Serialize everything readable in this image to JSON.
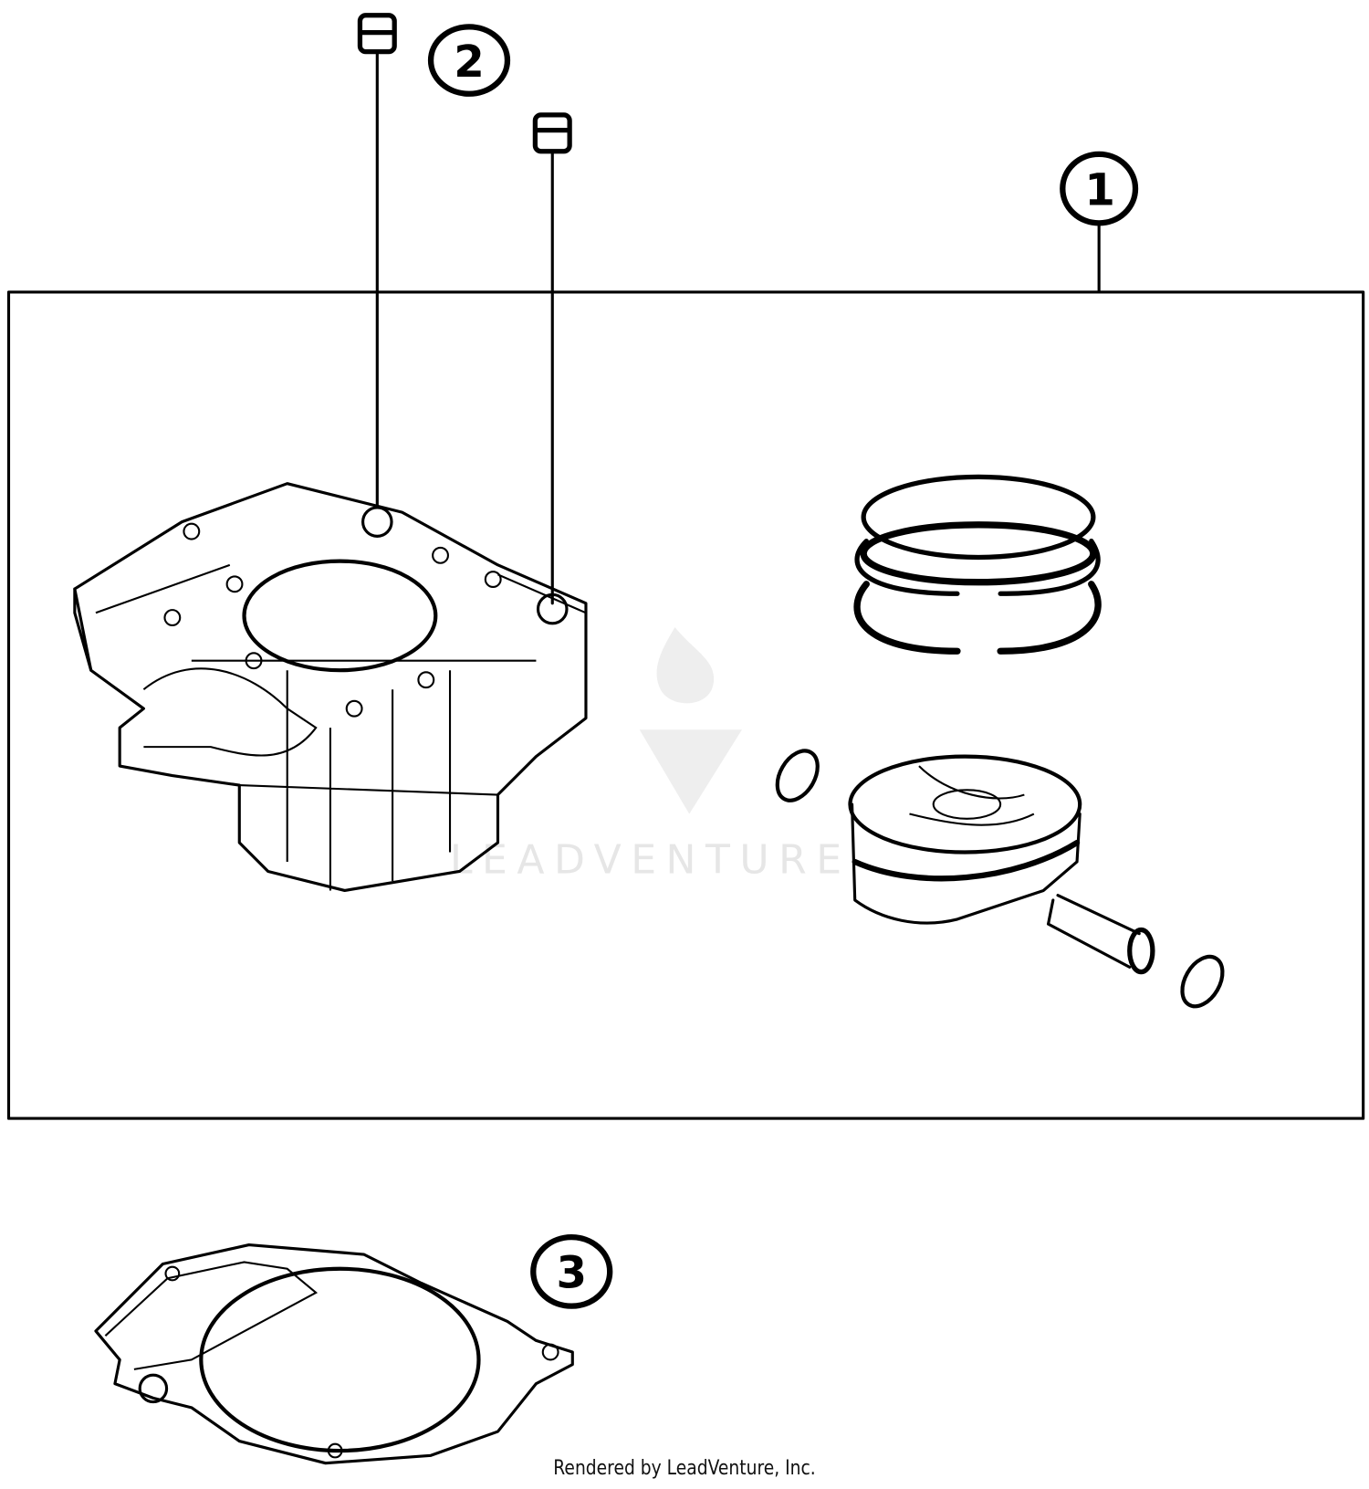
{
  "diagram": {
    "callouts": [
      {
        "number": "1",
        "part": "cylinder-piston-kit"
      },
      {
        "number": "2",
        "part": "dowel-pin"
      },
      {
        "number": "3",
        "part": "cylinder-base-gasket"
      }
    ],
    "watermark": "LEADVENTURE",
    "line_color": "#000000",
    "background": "#ffffff"
  },
  "footer": {
    "credit": "Rendered by LeadVenture, Inc."
  }
}
